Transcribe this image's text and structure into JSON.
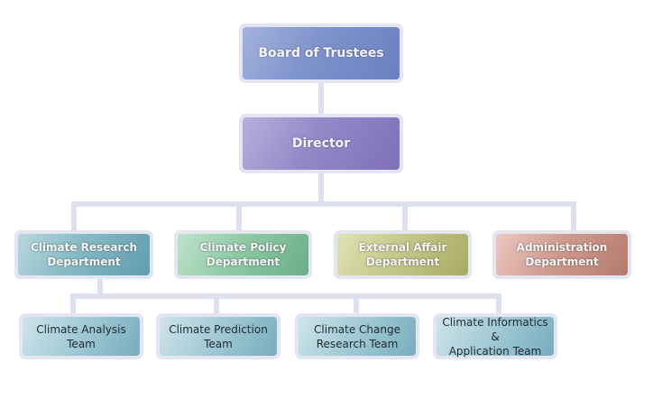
{
  "chart": {
    "title": "",
    "nodes": {
      "board": "Board of Trustees",
      "director": "Director",
      "departments": {
        "research": [
          "Climate Research",
          "Department"
        ],
        "policy": [
          "Climate Policy",
          "Department"
        ],
        "external": [
          "External Affair",
          "Department"
        ],
        "admin": [
          "Administration",
          "Department"
        ]
      },
      "teams": {
        "analysis": [
          "Climate Analysis",
          "Team"
        ],
        "prediction": [
          "Climate Prediction",
          "Team"
        ],
        "change": [
          "Climate Change",
          "Research Team"
        ],
        "informatics": [
          "Climate Informatics &",
          "Application Team"
        ]
      }
    },
    "hierarchy": [
      {
        "parent": "Board of Trustees",
        "children": [
          "Director"
        ]
      },
      {
        "parent": "Director",
        "children": [
          "Climate Research Department",
          "Climate Policy Department",
          "External Affair Department",
          "Administration Department"
        ]
      },
      {
        "parent": "Climate Research Department",
        "children": [
          "Climate Analysis Team",
          "Climate Prediction Team",
          "Climate Change Research Team",
          "Climate Informatics & Application Team"
        ]
      }
    ],
    "colors": {
      "board": "#7f93cc",
      "director": "#9488c8",
      "research": "#86b9c5",
      "policy": "#8fcaa6",
      "external": "#c5c88a",
      "admin": "#cf9c90",
      "team": "#a4cbd6",
      "connector": "#dde0ee"
    }
  }
}
